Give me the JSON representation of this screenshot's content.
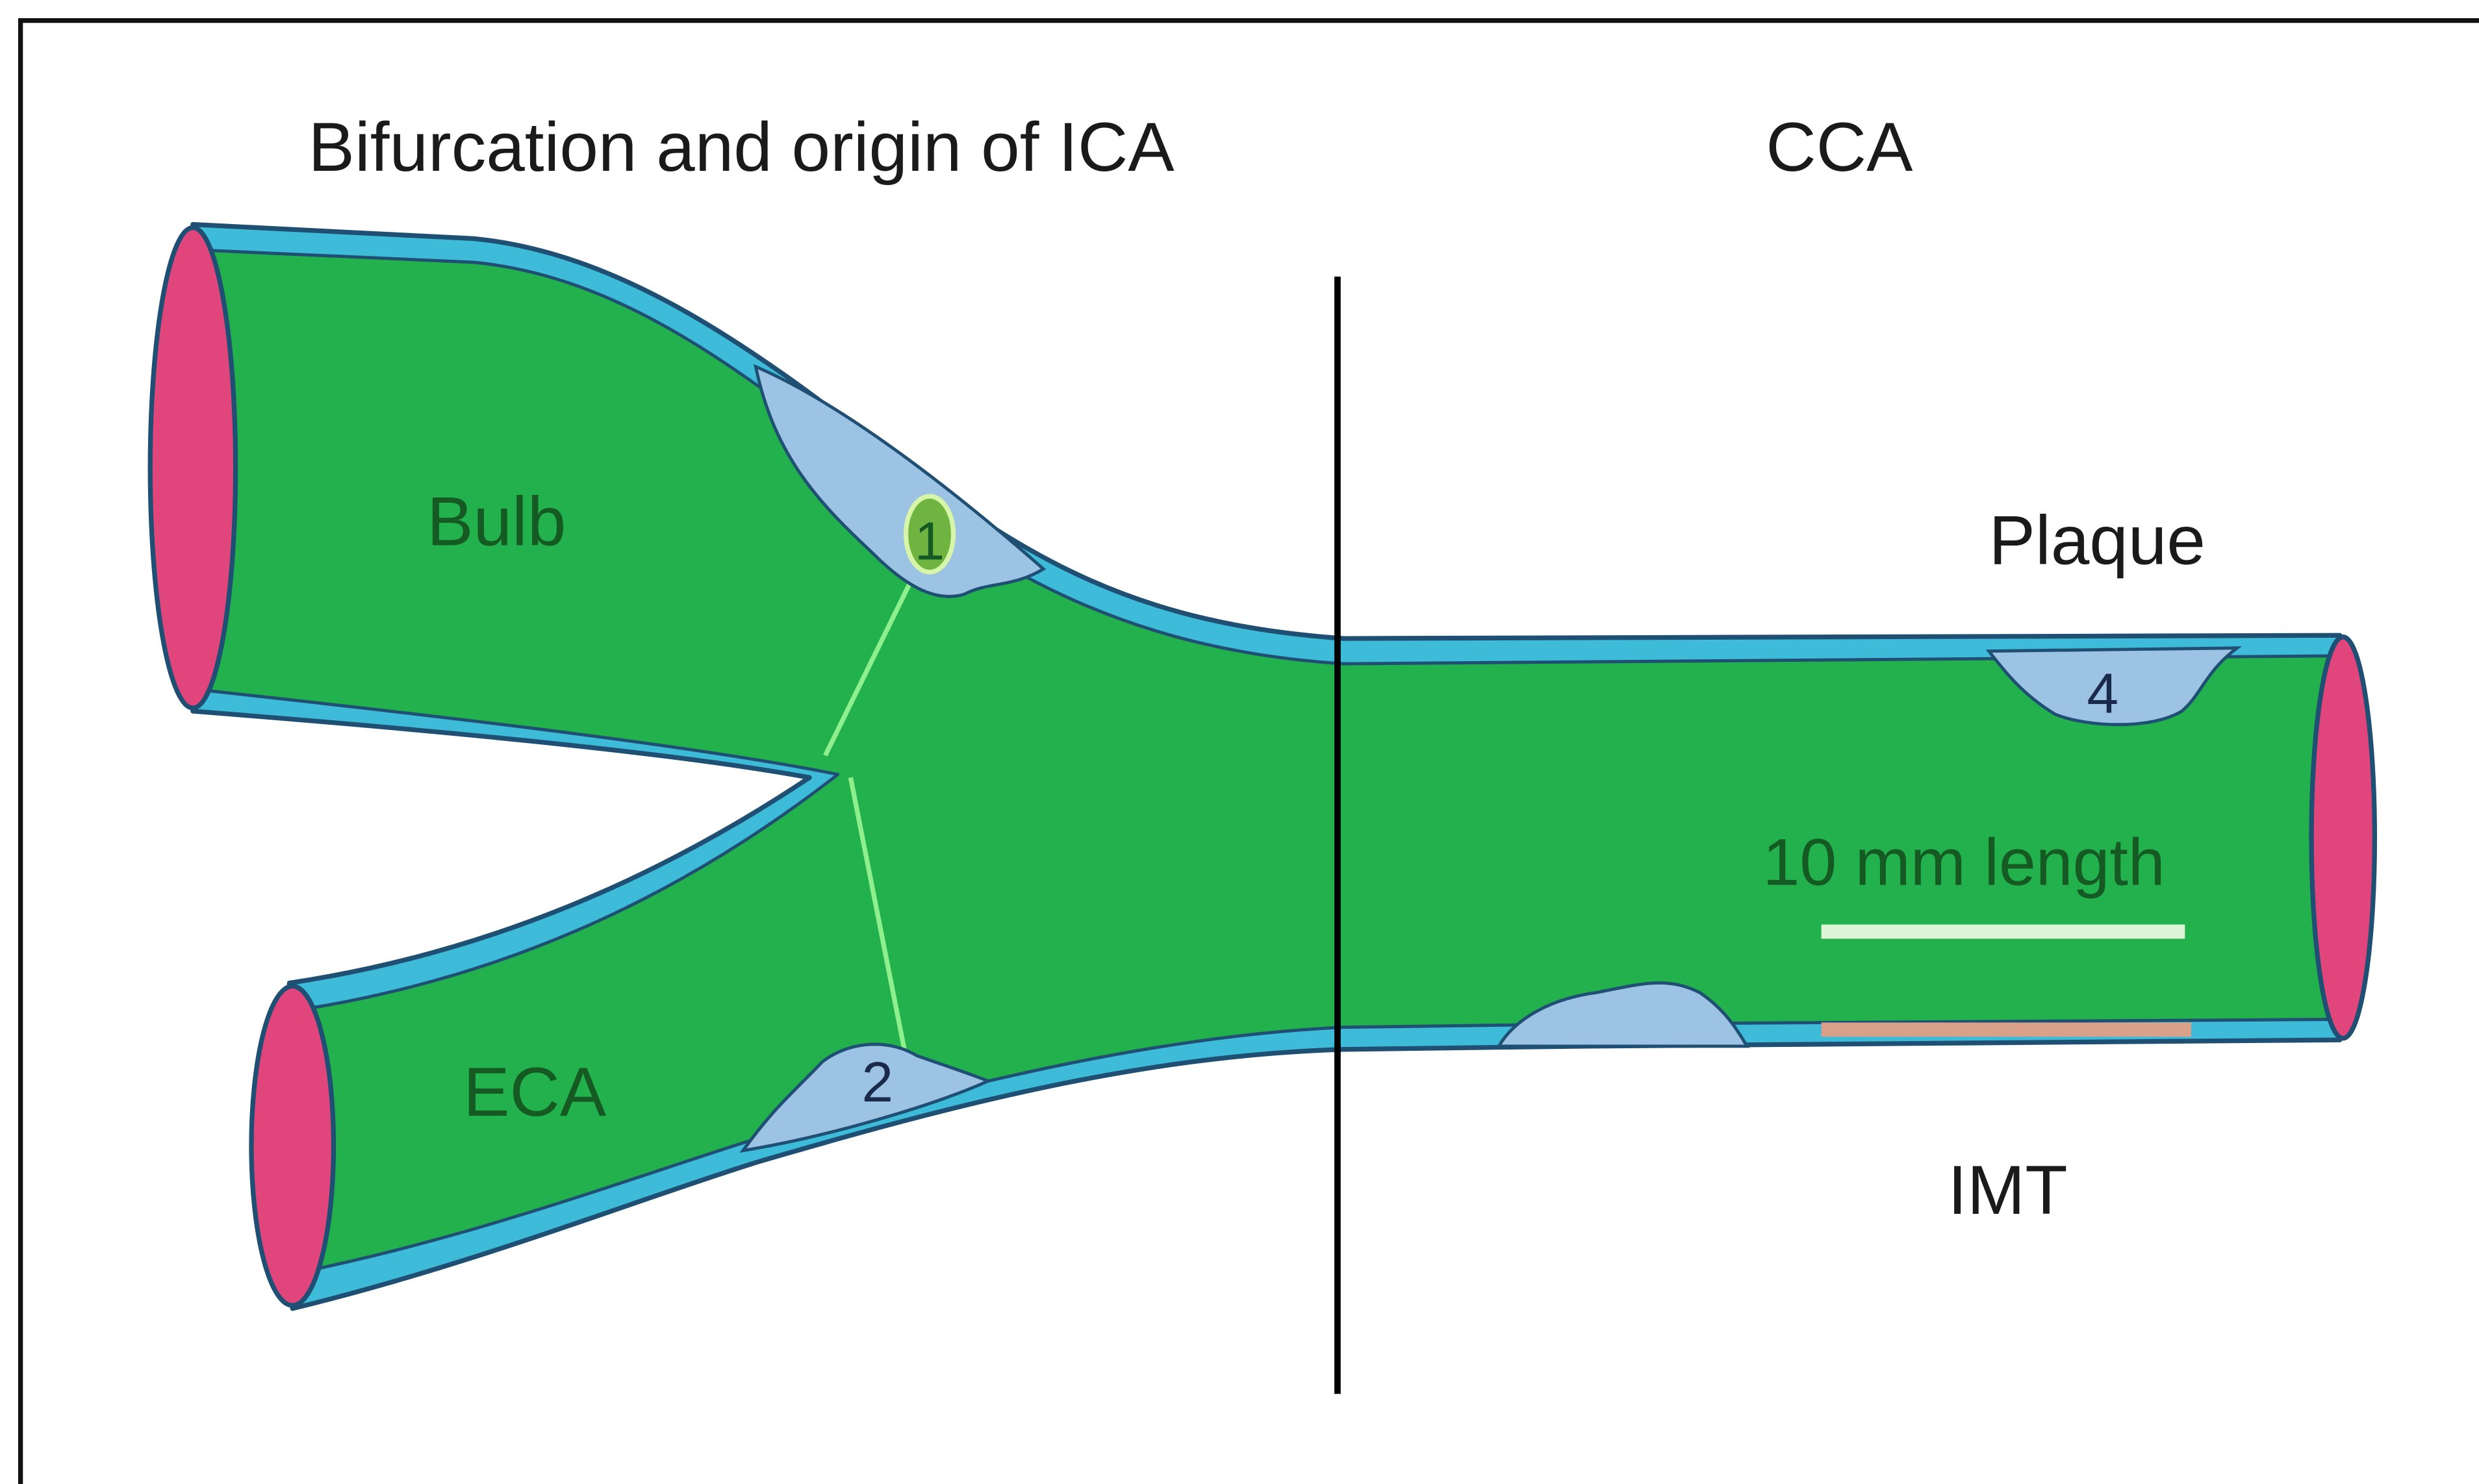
{
  "labels": {
    "left_region": "Bifurcation and origin of ICA",
    "right_region": "CCA",
    "bulb": "Bulb",
    "eca": "ECA",
    "plaque": "Plaque",
    "imt": "IMT",
    "scale": "10 mm length",
    "marker_1": "1",
    "marker_2": "2",
    "marker_4": "4"
  },
  "colors": {
    "lumen": "#22b14c",
    "vessel_wall": "#3dbbd8",
    "wall_outline": "#1f4f73",
    "plaque": "#9cc2e4",
    "vessel_opening": "#e0467c",
    "scale_bar": "#ddf5d6",
    "imt_marker": "#d9a08a",
    "divider": "#000000",
    "frame": "#111111"
  }
}
